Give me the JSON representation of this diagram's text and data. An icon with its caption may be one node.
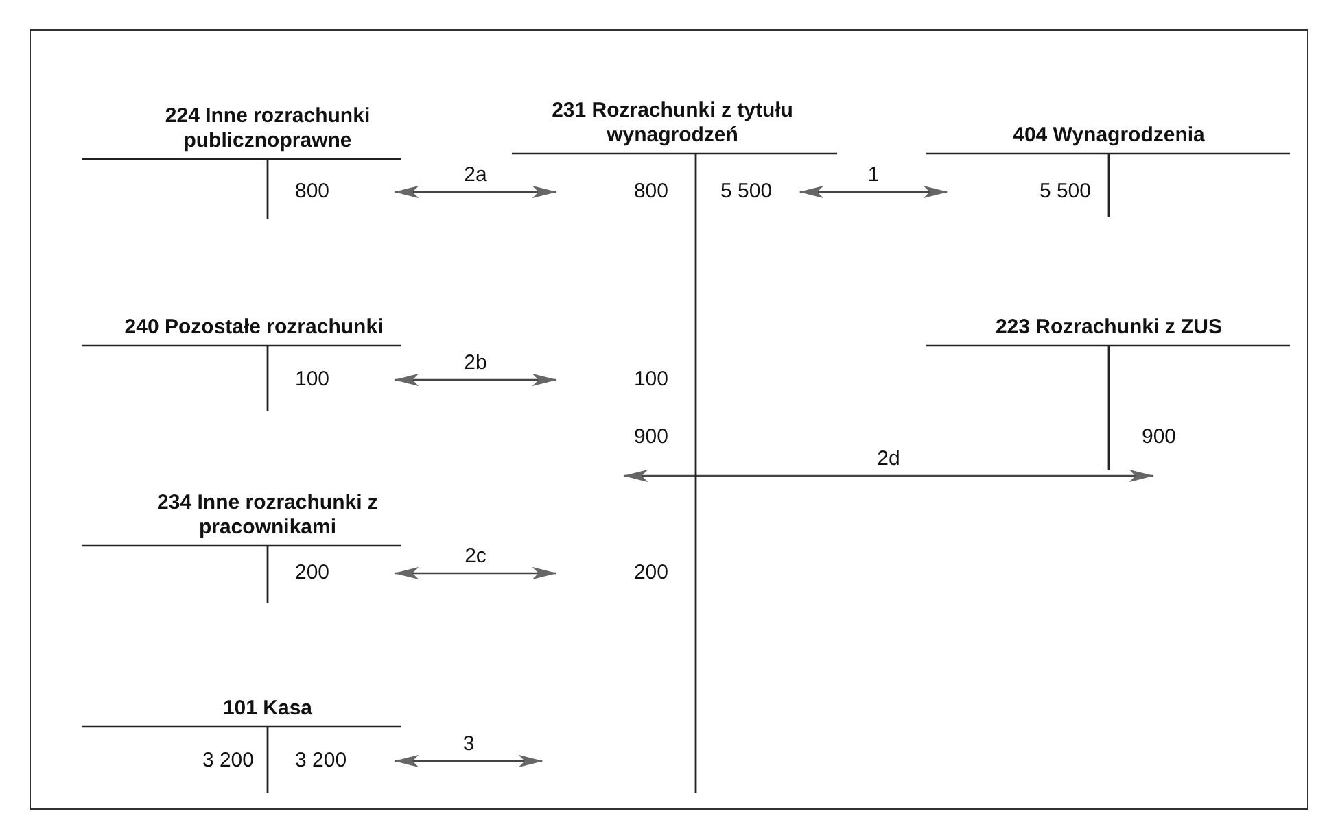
{
  "diagram": {
    "nodes": [
      {
        "text": [
          "224 Inne rozrachunki publicznoprawne"
        ]
      },
      {
        "text": [
          "231 Rozrachunki z tytułu wynagrodzeń"
        ]
      },
      {
        "text": [
          "404 Wynagrodzenia"
        ]
      },
      {
        "text": [
          "240 Pozostałe rozrachunki"
        ]
      },
      {
        "text": [
          "223 Rozrachunki z ZUS"
        ]
      },
      {
        "text": [
          "234 Inne rozrachunki z pracownikami"
        ]
      },
      {
        "text": [
          "101 Kasa"
        ]
      },
      {
        "text": [
          "800"
        ],
        "in": 0
      },
      {
        "text": [
          "800"
        ],
        "in": 1
      },
      {
        "text": [
          "5 500"
        ],
        "in": 1
      },
      {
        "text": [
          "5 500"
        ],
        "in": 2
      },
      {
        "text": [
          "100"
        ],
        "in": 3
      },
      {
        "text": [
          "100"
        ],
        "in": 1
      },
      {
        "text": [
          "900"
        ],
        "in": 1
      },
      {
        "text": [
          "900"
        ],
        "in": 4
      },
      {
        "text": [
          "200"
        ],
        "in": 5
      },
      {
        "text": [
          "200"
        ],
        "in": 1
      },
      {
        "text": [
          "3 200"
        ],
        "in": 6
      },
      {
        "text": [
          "3 200"
        ],
        "in": 6
      }
    ],
    "edges": [
      {
        "from": 7,
        "to": 8,
        "arrow": "both",
        "label": "2a"
      },
      {
        "from": 9,
        "to": 10,
        "arrow": "both",
        "label": "1"
      },
      {
        "from": 11,
        "to": 12,
        "arrow": "both",
        "label": "2b"
      },
      {
        "from": 13,
        "to": 14,
        "arrow": "both",
        "label": "2d"
      },
      {
        "from": 15,
        "to": 16,
        "arrow": "both",
        "label": "2c"
      },
      {
        "from": 18,
        "to": 1,
        "arrow": "both",
        "label": "3"
      }
    ]
  }
}
